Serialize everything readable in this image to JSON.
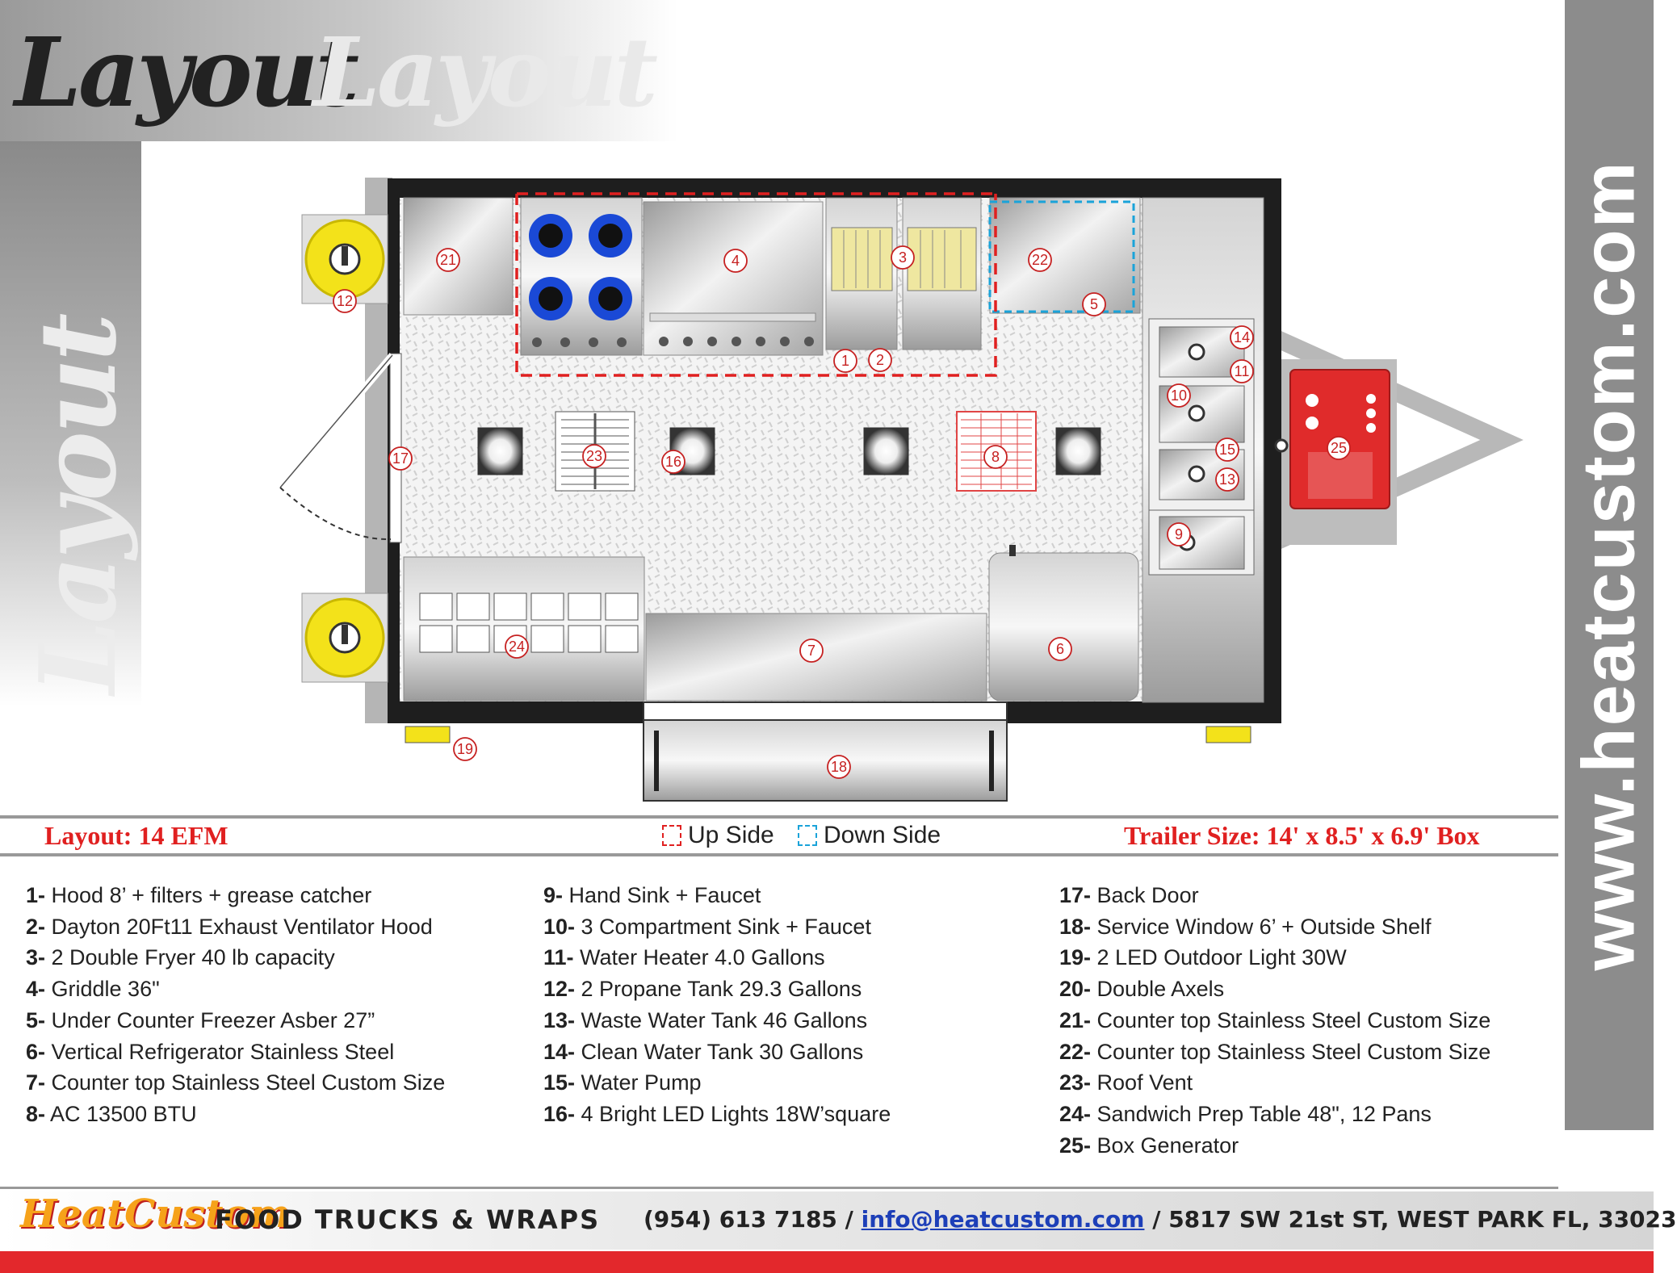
{
  "header": {
    "title": "Layout",
    "title_shadow": "Layout",
    "title_vertical": "Layout",
    "website": "www.heatcustom.com"
  },
  "diagram": {
    "markers": [
      "1",
      "2",
      "3",
      "4",
      "5",
      "6",
      "7",
      "8",
      "9",
      "10",
      "11",
      "12",
      "13",
      "14",
      "15",
      "16",
      "17",
      "18",
      "19",
      "21",
      "22",
      "23",
      "24",
      "25"
    ]
  },
  "legend": {
    "layout_label": "Layout: 14 EFM",
    "up_side": "Up Side",
    "down_side": "Down Side",
    "trailer_size": "Trailer Size: 14' x 8.5' x 6.9' Box",
    "up_color": "#e02020",
    "down_color": "#1aa3d9"
  },
  "items": [
    {
      "num": "1-",
      "text": " Hood 8’ + filters + grease catcher"
    },
    {
      "num": "2-",
      "text": " Dayton 20Ft11 Exhaust Ventilator Hood"
    },
    {
      "num": "3-",
      "text": " 2 Double Fryer 40 lb capacity"
    },
    {
      "num": "4-",
      "text": " Griddle 36\""
    },
    {
      "num": "5-",
      "text": " Under Counter Freezer Asber 27”"
    },
    {
      "num": "6-",
      "text": " Vertical Refrigerator Stainless Steel"
    },
    {
      "num": "7-",
      "text": " Counter top Stainless Steel Custom Size"
    },
    {
      "num": "8-",
      "text": " AC 13500 BTU"
    },
    {
      "num": "9-",
      "text": " Hand Sink + Faucet"
    },
    {
      "num": "10-",
      "text": "  3 Compartment Sink + Faucet"
    },
    {
      "num": "11-",
      "text": " Water Heater 4.0 Gallons"
    },
    {
      "num": "12-",
      "text": " 2 Propane Tank 29.3 Gallons"
    },
    {
      "num": "13-",
      "text": " Waste Water Tank 46 Gallons"
    },
    {
      "num": "14-",
      "text": " Clean Water Tank 30 Gallons"
    },
    {
      "num": "15-",
      "text": " Water Pump"
    },
    {
      "num": "16-",
      "text": " 4 Bright LED Lights 18W’square"
    },
    {
      "num": "17-",
      "text": " Back Door"
    },
    {
      "num": "18-",
      "text": " Service Window 6’ + Outside Shelf"
    },
    {
      "num": "19-",
      "text": " 2 LED Outdoor Light 30W"
    },
    {
      "num": "20-",
      "text": " Double Axels"
    },
    {
      "num": "21-",
      "text": " Counter top Stainless Steel Custom Size"
    },
    {
      "num": "22-",
      "text": " Counter top Stainless Steel Custom Size"
    },
    {
      "num": "23-",
      "text": " Roof Vent"
    },
    {
      "num": "24-",
      "text": " Sandwich Prep Table 48\", 12 Pans"
    },
    {
      "num": "25-",
      "text": " Box Generator"
    }
  ],
  "footer": {
    "logo": "HeatCustom",
    "tagline": "FOOD TRUCKS & WRAPS",
    "phone": "(954) 613 7185",
    "separator1": " / ",
    "email": "info@heatcustom.com",
    "separator2": " / ",
    "address": "5817 SW 21st ST, WEST PARK FL, 33023"
  },
  "colors": {
    "accent_red": "#e3282c",
    "propane_yellow": "#f3e21a",
    "generator_red": "#e02b2b",
    "burner_blue": "#1a49d6"
  }
}
